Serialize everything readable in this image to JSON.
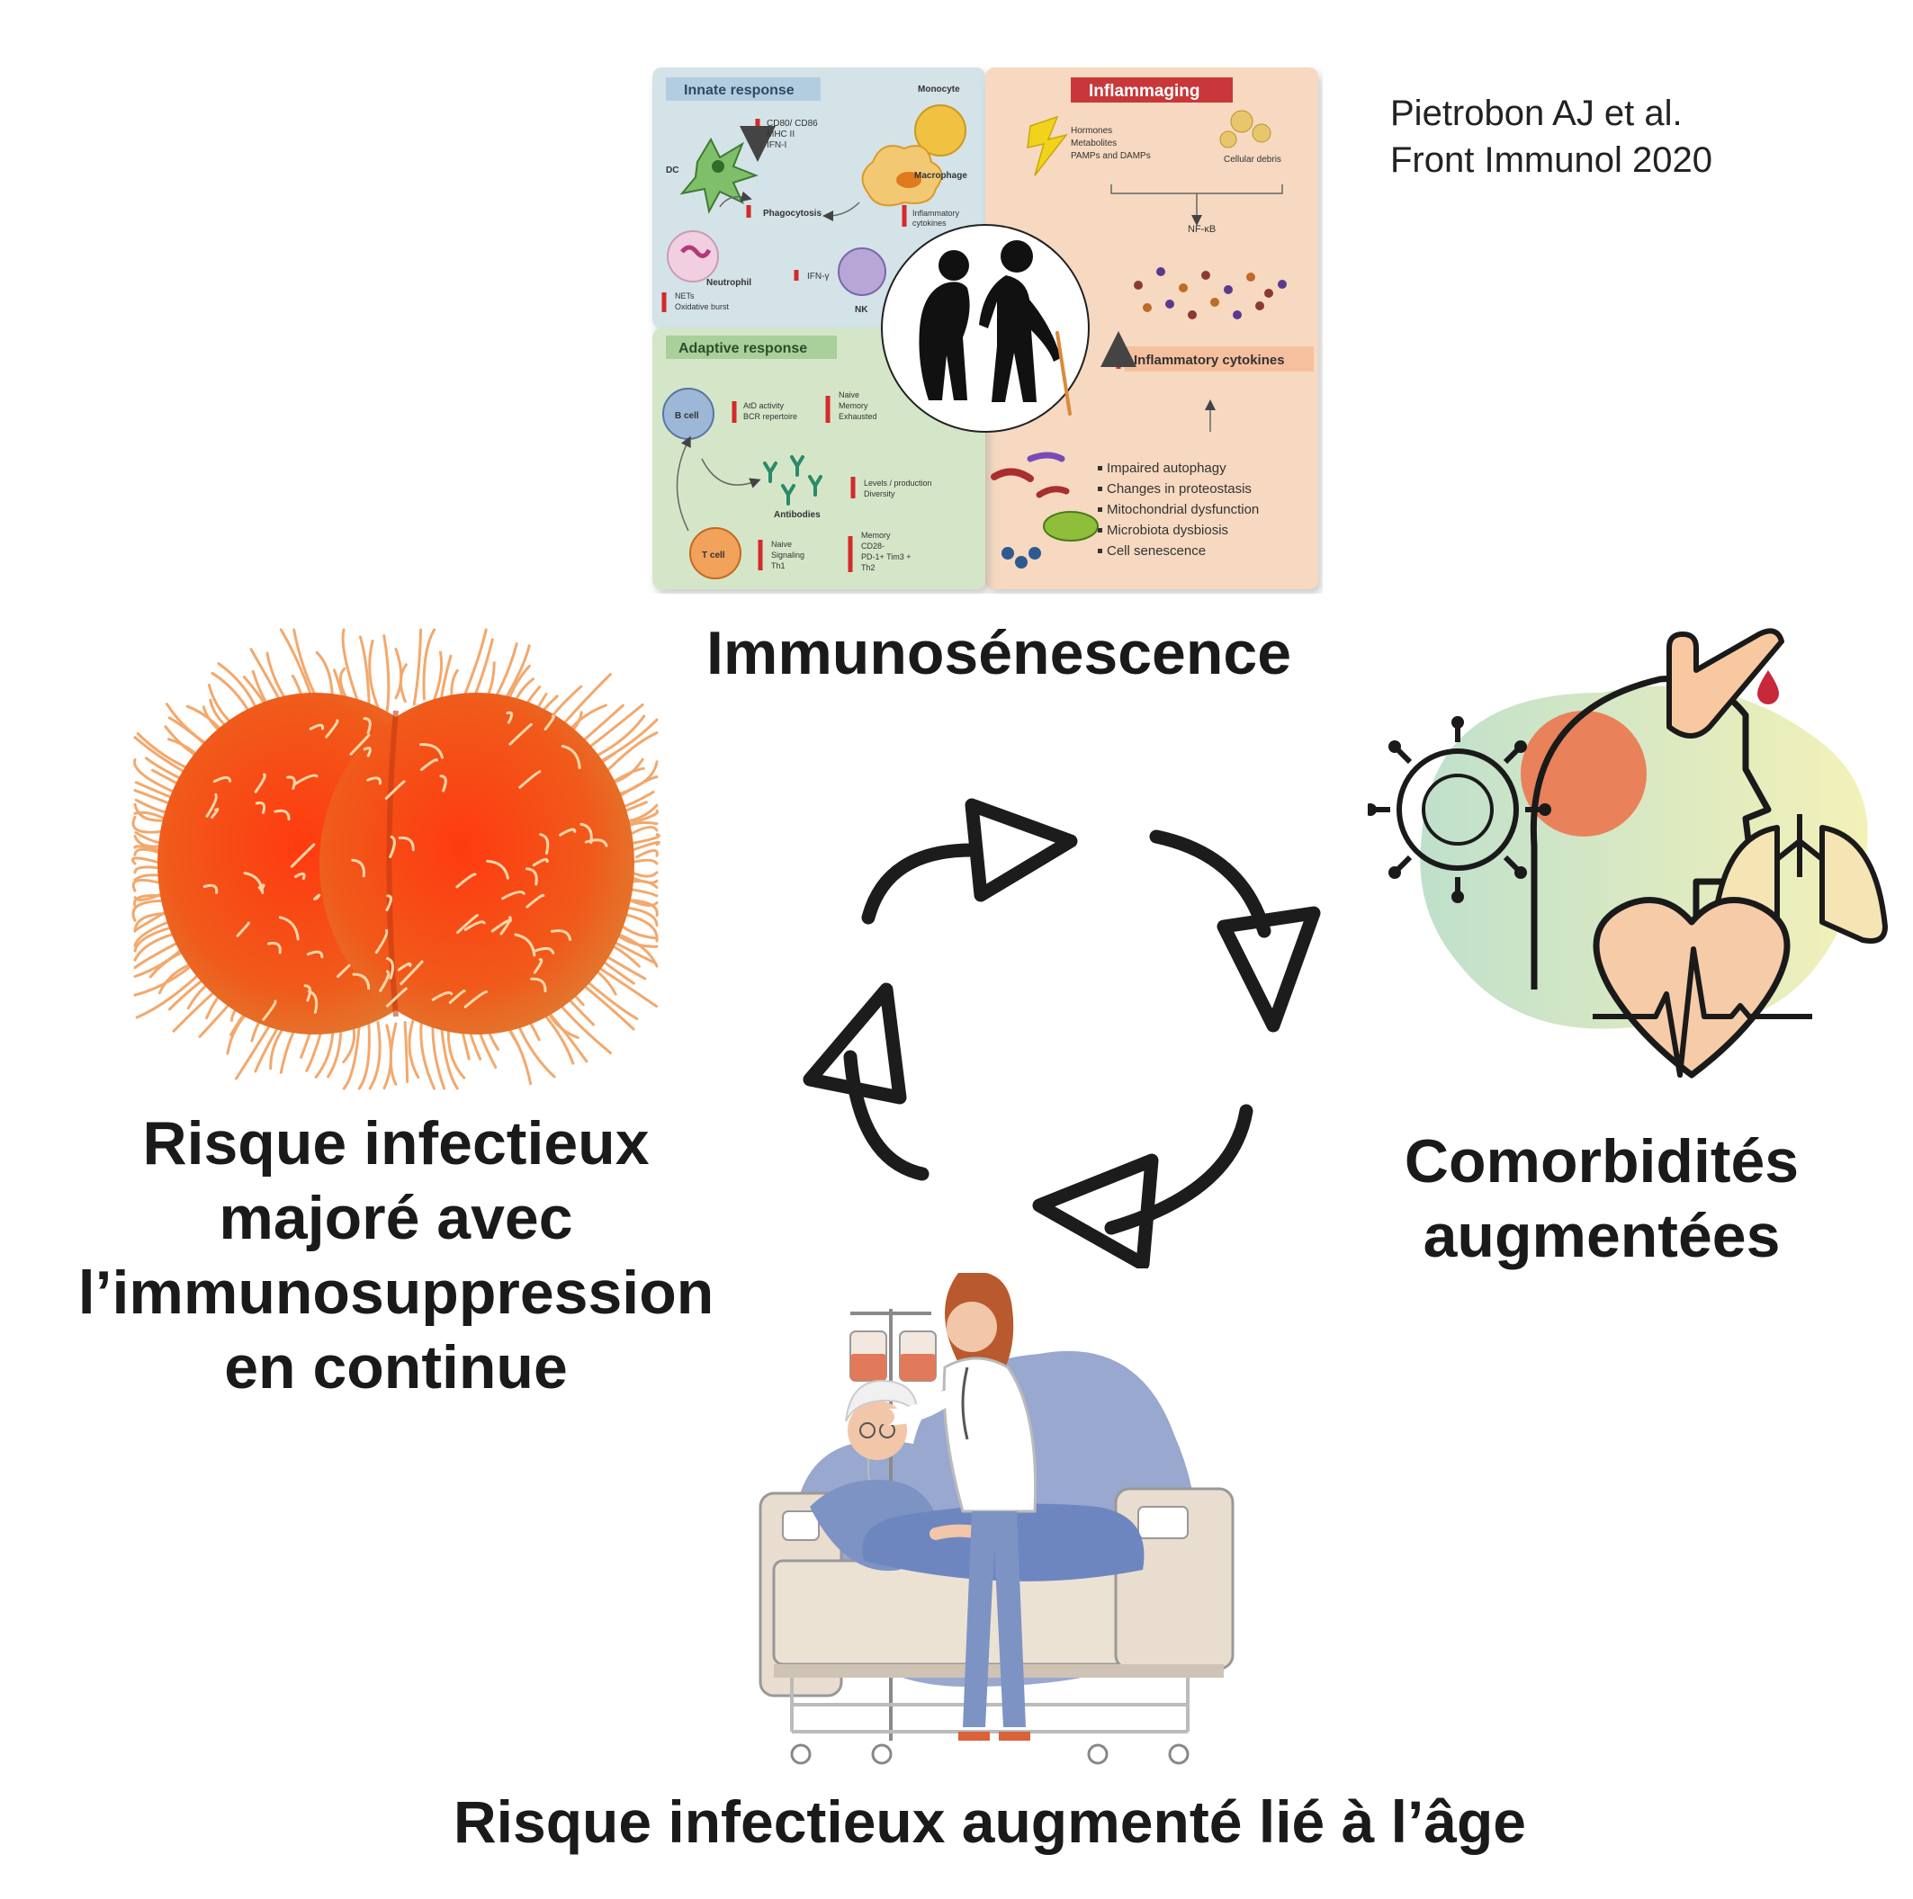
{
  "citation": {
    "line1": "Pietrobon AJ et al.",
    "line2": "Front Immunol 2020"
  },
  "nodes": {
    "top": "Immunosénescence",
    "right_line1": "Comorbidités",
    "right_line2": "augmentées",
    "bottom": "Risque infectieux augmenté lié à l’âge",
    "left_line1": "Risque infectieux",
    "left_line2": "majoré avec",
    "left_line3": "l’immunosuppression",
    "left_line4": "en continue"
  },
  "figure": {
    "innate": {
      "title": "Innate response",
      "monocyte": "Monocyte",
      "macrophage": "Macrophage",
      "dc": "DC",
      "dc_markers": [
        "CD80/ CD86",
        "MHC II",
        "IFN-I"
      ],
      "phagocytosis": "Phagocytosis",
      "inflam_cyt": [
        "Inflammatory",
        "cytokines"
      ],
      "neutrophil": "Neutrophil",
      "nets": [
        "NETs",
        "Oxidative burst"
      ],
      "ifng": "IFN-γ",
      "nk": "NK"
    },
    "inflammaging": {
      "title": "Inflammaging",
      "inputs": [
        "Hormones",
        "Metabolites",
        "PAMPs and DAMPs"
      ],
      "debris": "Cellular debris",
      "nfkb": "NF-κB",
      "cytokines": "Inflammatory cytokines",
      "causes": [
        "Impaired autophagy",
        "Changes in proteostasis",
        "Mitochondrial dysfunction",
        "Microbiota dysbiosis",
        "Cell senescence"
      ]
    },
    "adaptive": {
      "title": "Adaptive response",
      "bcell": "B cell",
      "b_down": [
        "AtD activity",
        "BCR repertoire"
      ],
      "b_up": [
        "Naive",
        "Memory",
        "Exhausted"
      ],
      "antibodies": "Antibodies",
      "ab_down": [
        "Levels / production",
        "Diversity"
      ],
      "tcell": "T cell",
      "t_down": [
        "Naive",
        "Signaling",
        "Th1"
      ],
      "t_up": [
        "Memory",
        "CD28-",
        "PD-1+ Tim3 +",
        "Th2"
      ]
    }
  },
  "colors": {
    "innate_bg": "#d4e3e8",
    "inflam_bg": "#f6d9c0",
    "adaptive_bg": "#d5e6c8",
    "arrow_red": "#d42a2a",
    "cycle_arrow": "#1c1c1c",
    "bacteria": "#f05a1a"
  }
}
